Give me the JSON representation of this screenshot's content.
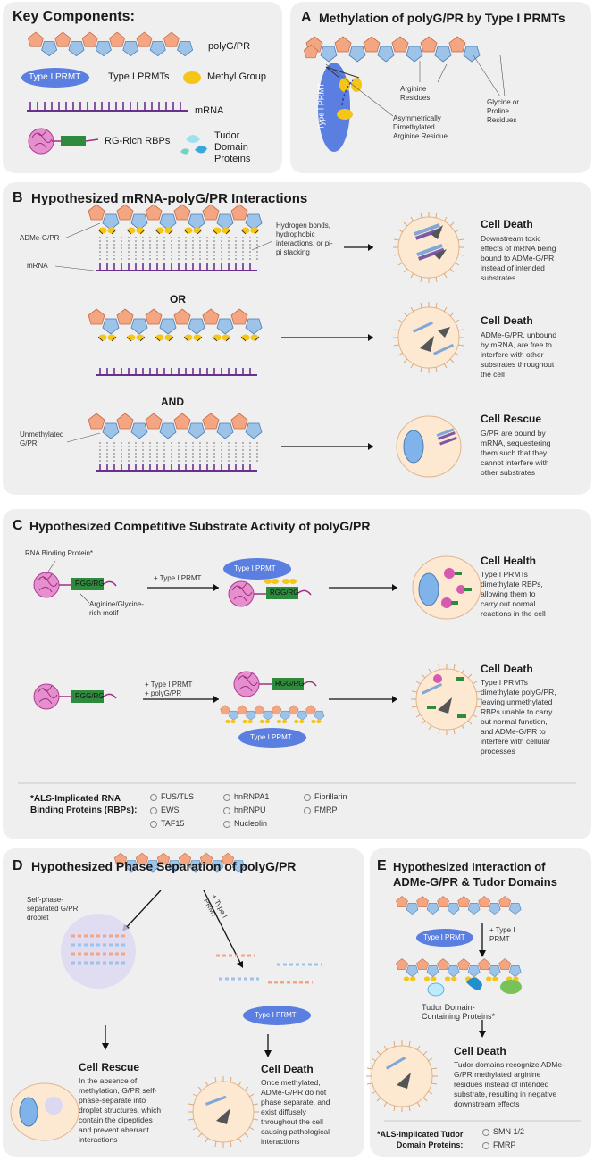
{
  "key": {
    "title": "Key Components:",
    "polygpr": "polyG/PR",
    "prmt_pill": "Type I PRMT",
    "prmts": "Type I PRMTs",
    "methyl": "Methyl Group",
    "mrna": "mRNA",
    "rg_rbps": "RG-Rich RBPs",
    "tudor": "Tudor\nDomain\nProteins"
  },
  "a": {
    "letter": "A",
    "title": "Methylation of polyG/PR by Type I PRMTs",
    "prmt_vertical": "Type I PRMT",
    "arg": "Arginine\nResidues",
    "gly": "Glycine or\nProline\nResidues",
    "adma": "Asymmetrically\nDimethylated\nArginine Residue"
  },
  "b": {
    "letter": "B",
    "title": "Hypothesized mRNA-polyG/PR Interactions",
    "adme": "ADMe-G/PR",
    "mrna": "mRNA",
    "hbonds": "Hydrogen bonds,\nhydrophobic\ninteractions, or pi-\npi stacking",
    "or": "OR",
    "and": "AND",
    "unmeth": "Unmethylated\nG/PR",
    "o1_title": "Cell Death",
    "o1_text": "Downstream toxic\neffects of mRNA being\nbound to ADMe-G/PR\ninstead of intended\nsubstrates",
    "o2_title": "Cell Death",
    "o2_text": "ADMe-G/PR, unbound\nby mRNA, are free to\ninterfere with other\nsubstrates throughout\nthe cell",
    "o3_title": "Cell Rescue",
    "o3_text": "G/PR are bound by\nmRNA, sequestering\nthem such that they\ncannot interfere with\nother substrates"
  },
  "c": {
    "letter": "C",
    "title": "Hypothesized Competitive Substrate Activity of polyG/PR",
    "rbp_label": "RNA Binding Protein*",
    "motif_label": "Arginine/Glycine-\nrich motif",
    "rgg": "RGG/RG",
    "plus_prmt": "+ Type I PRMT",
    "plus_prmt2": "+ Type I PRMT\n+ polyG/PR",
    "prmt_pill": "Type I PRMT",
    "o1_title": "Cell Health",
    "o1_text": "Type I PRMTs\ndimethylate RBPs,\nallowing them to\ncarry out normal\nreactions in the cell",
    "o2_title": "Cell Death",
    "o2_text": "Type I PRMTs\ndimethylate polyG/PR,\nleaving unmethylated\nRBPs unable to carry\nout normal function,\nand ADMe-G/PR to\ninterfere with cellular\nprocesses",
    "als_title": "*ALS-Implicated RNA\nBinding Proteins (RBPs):",
    "als_list": [
      "FUS/TLS",
      "EWS",
      "TAF15",
      "hnRNPA1",
      "hnRNPU",
      "Nucleolin",
      "Fibrillarin",
      "FMRP"
    ]
  },
  "d": {
    "letter": "D",
    "title": "Hypothesized Phase Separation of polyG/PR",
    "droplet": "Self-phase-\nseparated G/PR\ndroplet",
    "plus_prmt": "+ Type I\nPRMT",
    "prmt_pill": "Type I PRMT",
    "o1_title": "Cell Rescue",
    "o1_text": "In the absence of\nmethylation, G/PR self-\nphase-separate into\ndroplet structures, which\ncontain the dipeptides\nand prevent aberrant\ninteractions",
    "o2_title": "Cell Death",
    "o2_text": "Once methylated,\nADMe-G/PR do not\nphase separate, and\nexist diffusely\nthroughout the cell\ncausing pathological\ninteractions"
  },
  "e": {
    "letter": "E",
    "title": "Hypothesized Interaction of\nADMe-G/PR & Tudor Domains",
    "prmt_pill": "Type I PRMT",
    "plus_prmt": "+ Type I\nPRMT",
    "tudor_label": "Tudor Domain-\nContaining Proteins*",
    "o_title": "Cell Death",
    "o_text": "Tudor domains recognize ADMe-\nG/PR methylated arginine\nresidues instead of intended\nsubstrate, resulting in negative\ndownstream effects",
    "als_title": "*ALS-Implicated Tudor\nDomain Proteins:",
    "als_list": [
      "SMN 1/2",
      "FMRP"
    ]
  },
  "colors": {
    "pentagon_orange": "#f4a582",
    "pentagon_blue": "#9ec3e8",
    "mrna_purple": "#6b2f8e",
    "methyl_yellow": "#f5c518",
    "prmt_blue": "#5b7fe0",
    "rgg_green": "#2e8b3e",
    "rbp_pink": "#d65ab0",
    "cell_fill": "#fde8d2"
  }
}
